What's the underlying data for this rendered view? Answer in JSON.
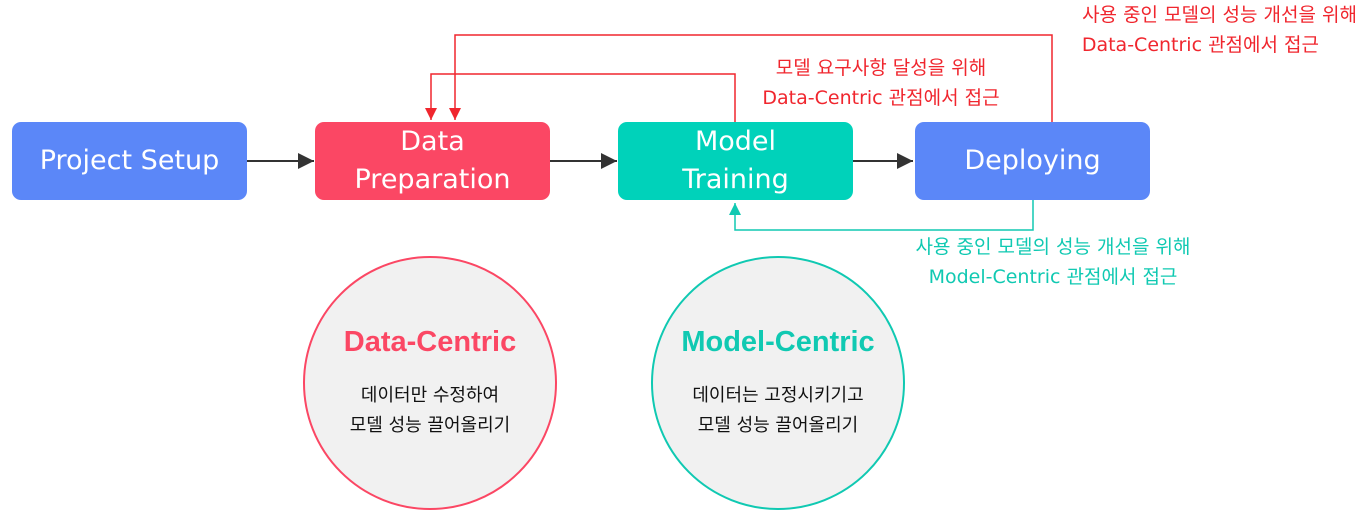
{
  "colors": {
    "setup": "#5b87f8",
    "data": "#fb4764",
    "model": "#00d2ba",
    "deploy": "#5b87f8",
    "arrow": "#333333",
    "red_text": "#f0262e",
    "teal_text": "#10c9b2"
  },
  "stages": {
    "setup": "Project Setup",
    "data_line1": "Data",
    "data_line2": "Preparation",
    "model_line1": "Model",
    "model_line2": "Training",
    "deploy": "Deploying"
  },
  "annotations": {
    "outer_line1": "사용 중인 모델의 성능 개선을 위해",
    "outer_line2": "Data-Centric 관점에서 접근",
    "inner_line1": "모델 요구사항 달성을 위해",
    "inner_line2": "Data-Centric 관점에서 접근",
    "bottom_line1": "사용 중인 모델의 성능 개선을 위해",
    "bottom_line2": "Model-Centric 관점에서 접근"
  },
  "circles": {
    "data_title": "Data-Centric",
    "data_desc1": "데이터만 수정하여",
    "data_desc2": "모델 성능 끌어올리기",
    "model_title": "Model-Centric",
    "model_desc1": "데이터는 고정시키기고",
    "model_desc2": "모델 성능 끌어올리기"
  }
}
